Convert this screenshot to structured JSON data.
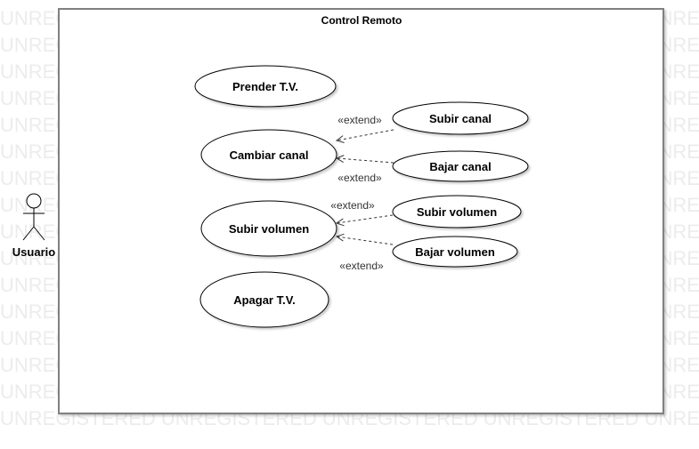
{
  "diagram": {
    "watermark_text": "UNREGISTERED",
    "system": {
      "title": "Control Remoto"
    },
    "actor": {
      "name": "Usuario"
    },
    "use_cases": {
      "prender": "Prender T.V.",
      "cambiar_canal": "Cambiar canal",
      "subir_canal": "Subir canal",
      "bajar_canal": "Bajar canal",
      "subir_volumen_main": "Subir volumen",
      "subir_volumen_ext": "Subir volumen",
      "bajar_volumen": "Bajar volumen",
      "apagar": "Apagar T.V."
    },
    "relations": {
      "extend_label": "«extend»"
    }
  }
}
